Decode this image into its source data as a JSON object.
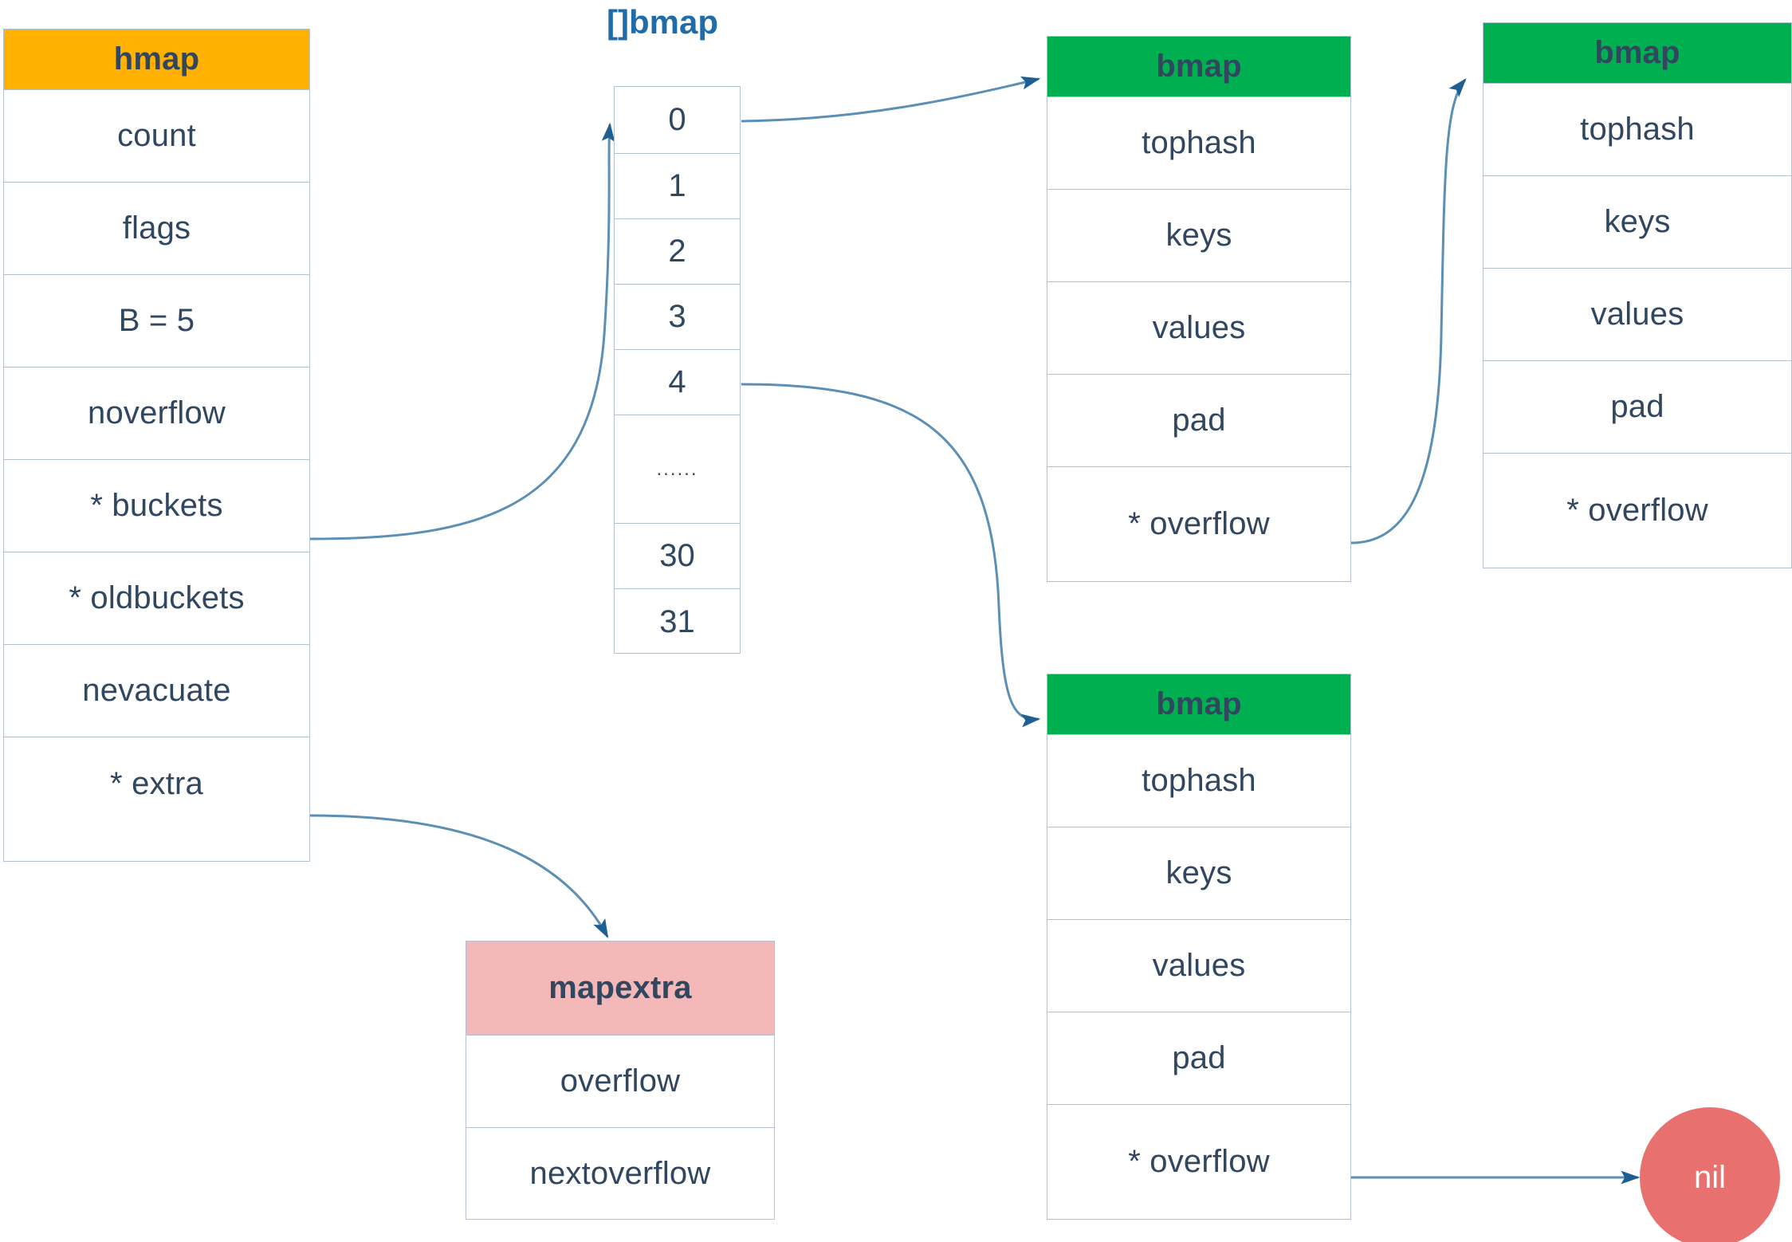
{
  "diagram": {
    "title_label": "[]bmap",
    "colors": {
      "hmap_header": "#ffb000",
      "bmap_header": "#00b050",
      "mapextra_header": "#f5b8b8",
      "nil_node": "#e8706e",
      "text": "#31465f",
      "border": "#b4c1d4",
      "edge": "#2e75a8",
      "label_blue": "#1f6ca8"
    },
    "hmap": {
      "header": "hmap",
      "fields": [
        "count",
        "flags",
        "B = 5",
        "noverflow",
        "* buckets",
        "* oldbuckets",
        "nevacuate",
        "* extra"
      ]
    },
    "bucket_array": {
      "label": "[]bmap",
      "cells": [
        "0",
        "1",
        "2",
        "3",
        "4",
        "......",
        "30",
        "31"
      ]
    },
    "bmap_top_left": {
      "header": "bmap",
      "fields": [
        "tophash",
        "keys",
        "values",
        "pad",
        "* overflow"
      ]
    },
    "bmap_top_right": {
      "header": "bmap",
      "fields": [
        "tophash",
        "keys",
        "values",
        "pad",
        "* overflow"
      ]
    },
    "bmap_bottom": {
      "header": "bmap",
      "fields": [
        "tophash",
        "keys",
        "values",
        "pad",
        "* overflow"
      ]
    },
    "mapextra": {
      "header": "mapextra",
      "fields": [
        "overflow",
        "nextoverflow"
      ]
    },
    "nil_node": {
      "label": "nil"
    }
  }
}
